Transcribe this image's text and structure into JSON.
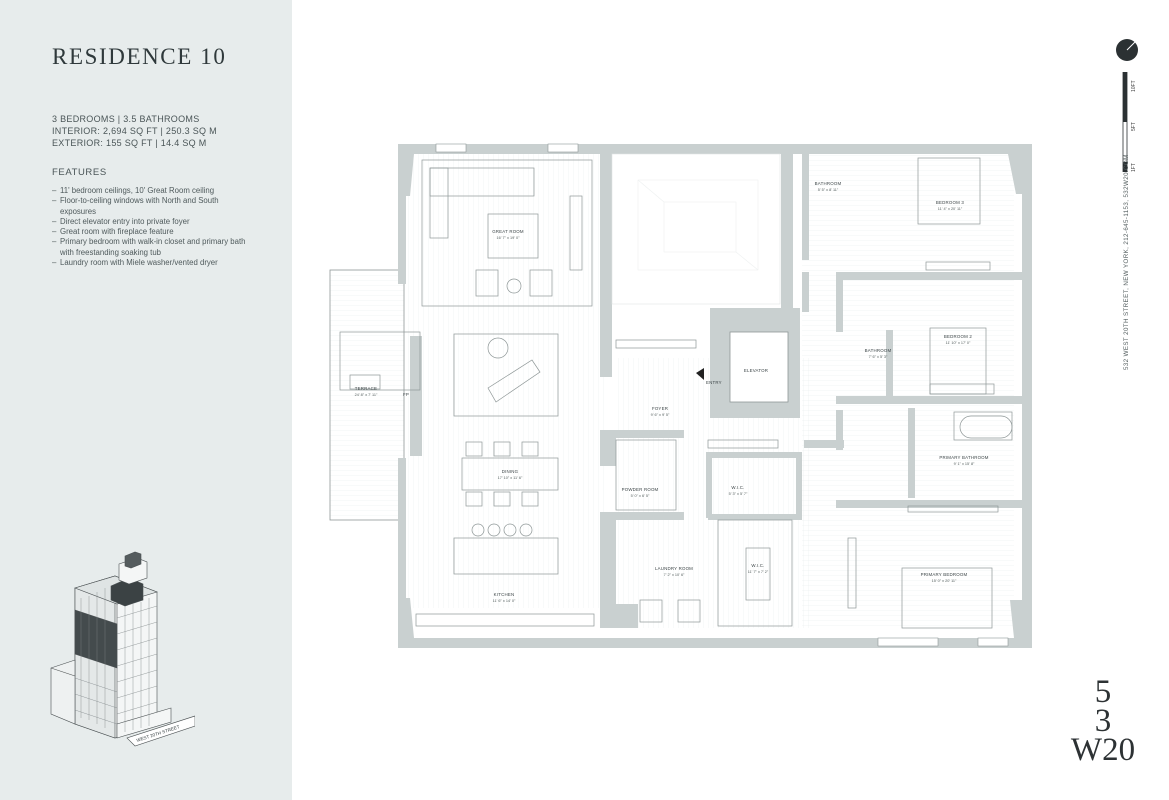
{
  "title": "RESIDENCE 10",
  "specs": {
    "rooms": "3 BEDROOMS  |  3.5 BATHROOMS",
    "interior": "INTERIOR: 2,694 SQ FT  |  250.3 SQ M",
    "exterior": "EXTERIOR: 155 SQ FT  |  14.4 SQ M"
  },
  "features": {
    "heading": "FEATURES",
    "items": [
      "11' bedroom ceilings, 10' Great Room ceiling",
      "Floor-to-ceiling windows with North and South exposures",
      "Direct elevator entry into private foyer",
      "Great room with fireplace feature",
      "Primary bedroom with walk-in closet and primary bath with freestanding soaking tub",
      "Laundry room with Miele washer/vented dryer"
    ]
  },
  "rooms": {
    "great_room": {
      "name": "GREAT ROOM",
      "dim": "16' 7\" x 19' 0\""
    },
    "terrace": {
      "name": "TERRACE",
      "dim": "24' 8\" x 7' 11\""
    },
    "dining": {
      "name": "DINING",
      "dim": "17' 10\" x 11' 6\""
    },
    "kitchen": {
      "name": "KITCHEN",
      "dim": "11' 6\" x 14' 0\""
    },
    "foyer": {
      "name": "FOYER",
      "dim": "9' 6\" x 9' 5\""
    },
    "entry": "ENTRY",
    "elevator": "ELEVATOR",
    "powder_room": {
      "name": "POWDER ROOM",
      "dim": "5' 0\" x 6' 5\""
    },
    "laundry_room": {
      "name": "LAUNDRY ROOM",
      "dim": "7' 2\" x 10' 6\""
    },
    "wic_small": {
      "name": "W.I.C.",
      "dim": "5' 3\" x 5' 7\""
    },
    "wic_large": {
      "name": "W.I.C.",
      "dim": "11' 7\" x 7' 2\""
    },
    "bathroom_top": {
      "name": "BATHROOM",
      "dim": "5' 5\" x 8' 11\""
    },
    "bedroom_3": {
      "name": "BEDROOM 3",
      "dim": "11' 4\" x 20' 11\""
    },
    "bathroom_mid": {
      "name": "BATHROOM",
      "dim": "7' 6\" x 5' 3\""
    },
    "bedroom_2": {
      "name": "BEDROOM 2",
      "dim": "11' 10\" x 17' 0\""
    },
    "primary_bathroom": {
      "name": "PRIMARY BATHROOM",
      "dim": "9' 1\" x 15' 8\""
    },
    "primary_bedroom": {
      "name": "PRIMARY BEDROOM",
      "dim": "15' 0\" x 20' 11\""
    },
    "fp": "FP"
  },
  "scale": {
    "zero": "1FT",
    "mid": "5FT",
    "max": "10FT"
  },
  "address": "532 WEST 20TH STREET, NEW YORK, 212-645-1153, 532W20.COM",
  "street_label": "WEST 20TH STREET",
  "logo": {
    "line1": "5",
    "line2": "3",
    "line3": "W20"
  },
  "colors": {
    "sidebar": "#e7ecec",
    "walls": "#c9d0d0",
    "lines": "#8e9797"
  }
}
